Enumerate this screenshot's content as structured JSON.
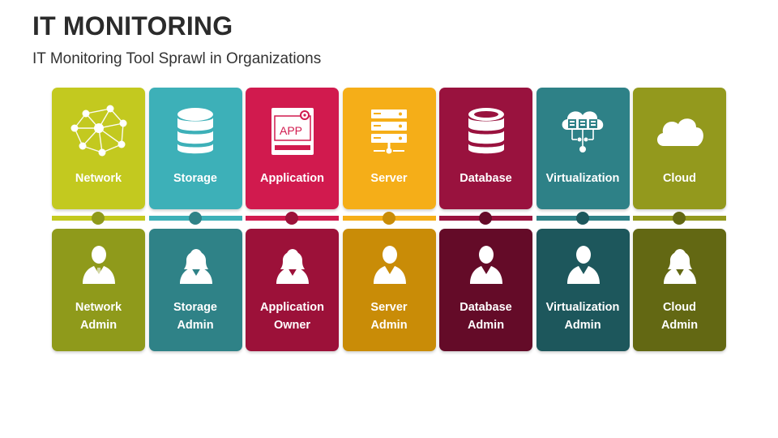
{
  "title": "IT MONITORING",
  "subtitle": "IT Monitoring Tool Sprawl in Organizations",
  "columns": [
    {
      "label": "Network",
      "role_line1": "Network",
      "role_line2": "Admin",
      "icon": "network-icon",
      "top_color": "#c3c91f",
      "bottom_color": "#8f9a1b",
      "dot_color": "#8f9a1b",
      "person": "male"
    },
    {
      "label": "Storage",
      "role_line1": "Storage",
      "role_line2": "Admin",
      "icon": "database-stack-icon",
      "top_color": "#3db0b8",
      "bottom_color": "#2f8287",
      "dot_color": "#2f8287",
      "person": "female"
    },
    {
      "label": "Application",
      "role_line1": "Application",
      "role_line2": "Owner",
      "icon": "app-icon",
      "top_color": "#d11a4e",
      "bottom_color": "#9c1139",
      "dot_color": "#9c1139",
      "person": "female"
    },
    {
      "label": "Server",
      "role_line1": "Server",
      "role_line2": "Admin",
      "icon": "server-icon",
      "top_color": "#f5ae18",
      "bottom_color": "#c98c07",
      "dot_color": "#c98c07",
      "person": "male"
    },
    {
      "label": "Database",
      "role_line1": "Database",
      "role_line2": "Admin",
      "icon": "database-icon",
      "top_color": "#99123e",
      "bottom_color": "#640b28",
      "dot_color": "#640b28",
      "person": "male"
    },
    {
      "label": "Virtualization",
      "role_line1": "Virtualization",
      "role_line2": "Admin",
      "icon": "cloud-servers-icon",
      "top_color": "#2e8187",
      "bottom_color": "#1d575c",
      "dot_color": "#1d575c",
      "person": "male"
    },
    {
      "label": "Cloud",
      "role_line1": "Cloud",
      "role_line2": "Admin",
      "icon": "cloud-icon",
      "top_color": "#93991d",
      "bottom_color": "#636813",
      "dot_color": "#636813",
      "person": "female"
    }
  ]
}
